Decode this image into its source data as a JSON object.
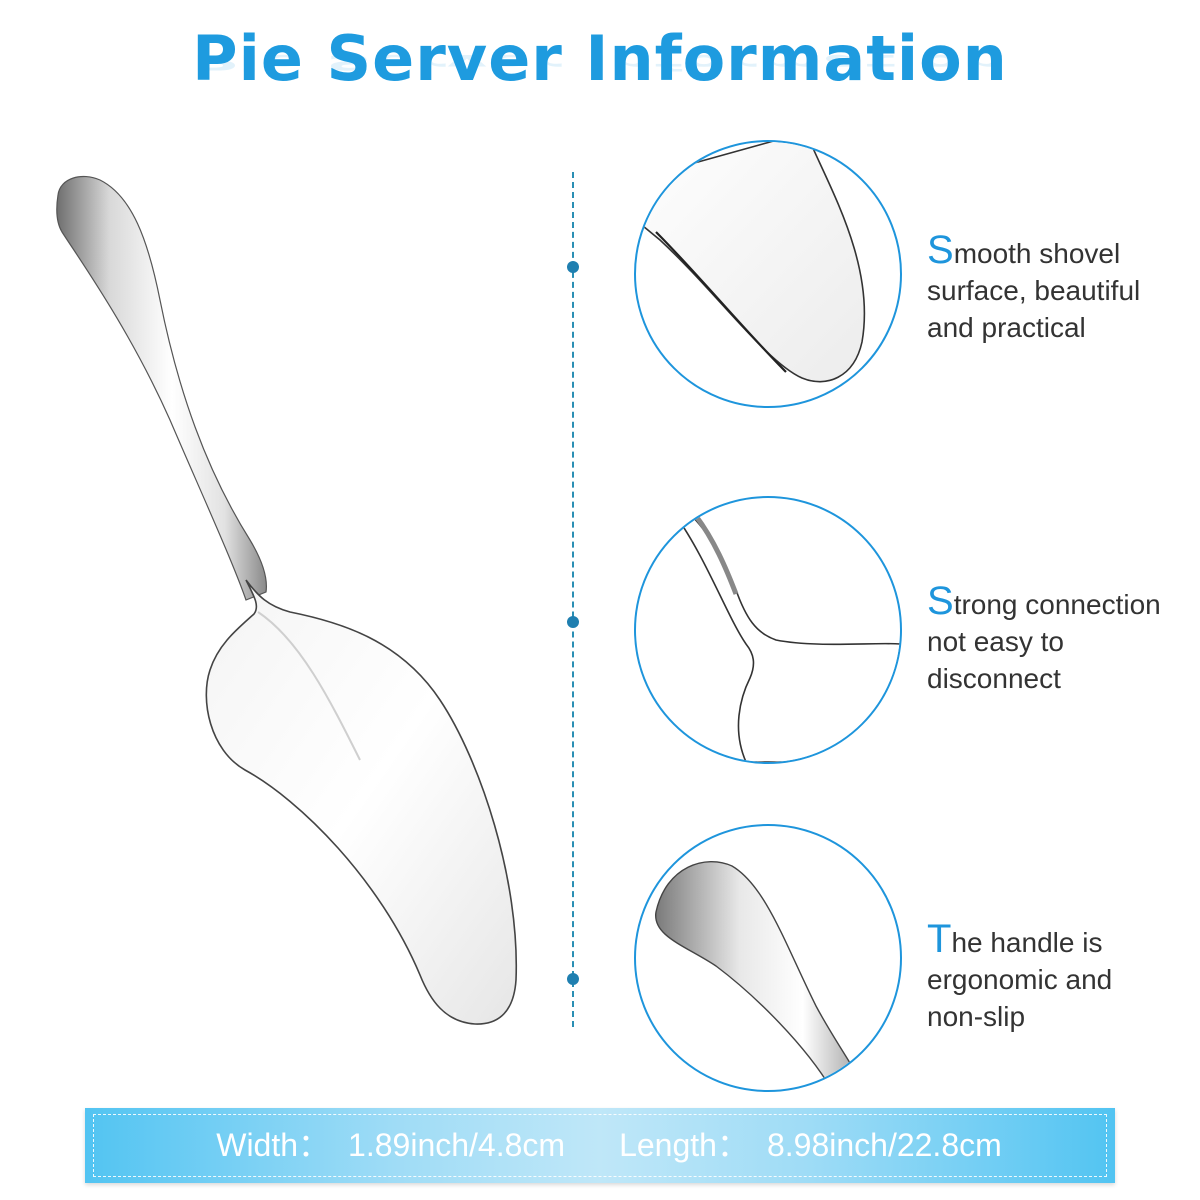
{
  "title": "Pie Server Information",
  "features": [
    {
      "first_letter": "S",
      "rest": "mooth shovel\nsurface, beautiful\nand practical",
      "icon": "shovel-surface-closeup"
    },
    {
      "first_letter": "S",
      "rest": "trong connection\nnot easy to\ndisconnect",
      "icon": "neck-connection-closeup"
    },
    {
      "first_letter": "T",
      "rest": "he handle is\nergonomic and\nnon-slip",
      "icon": "handle-closeup"
    }
  ],
  "dimensions": {
    "width_label": "Width：",
    "width_value": "1.89inch/4.8cm",
    "length_label": "Length：",
    "length_value": "8.98inch/22.8cm"
  },
  "colors": {
    "accent": "#1e95dc",
    "title": "#1e9bdf",
    "divider": "#2a8fb4",
    "bar": "#52c4f2"
  }
}
